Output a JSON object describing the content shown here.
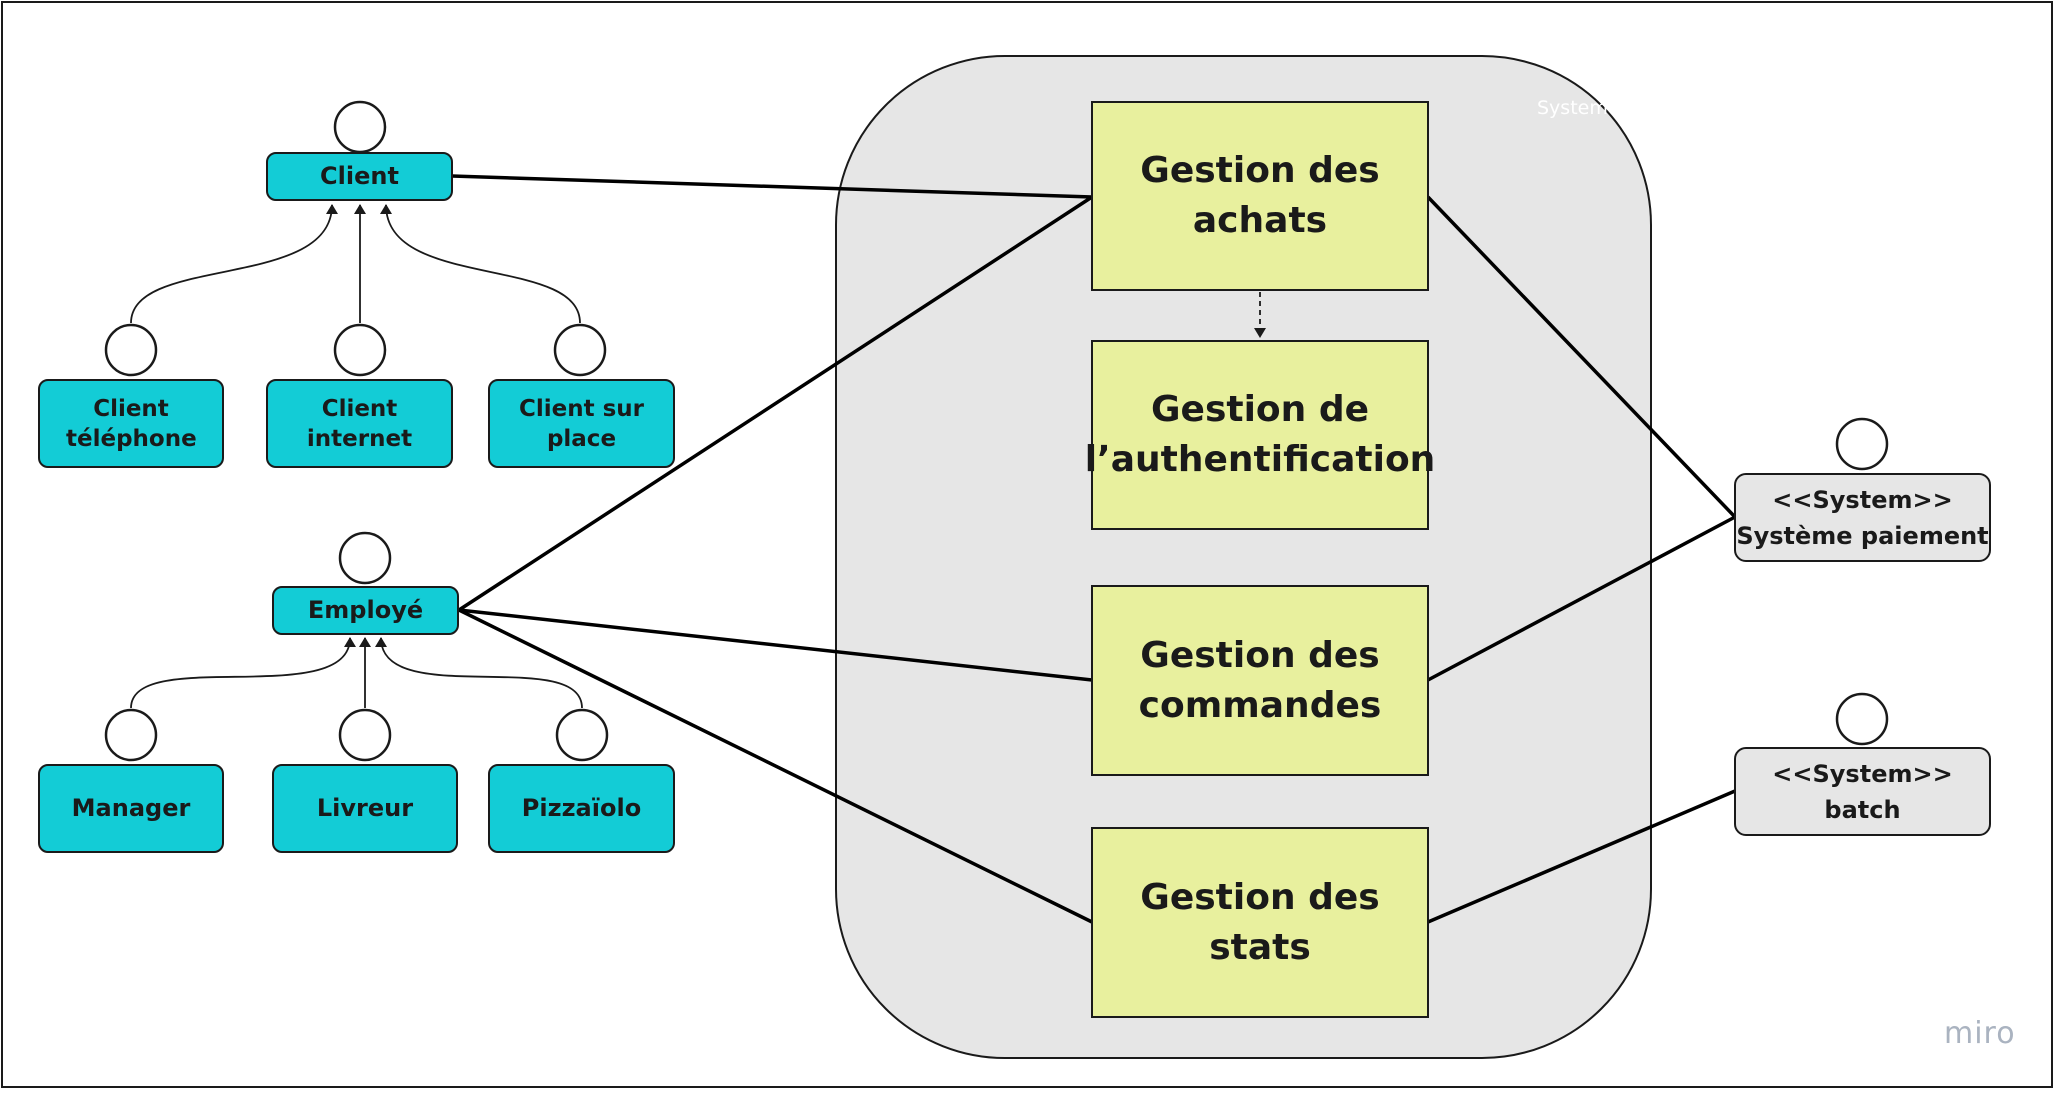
{
  "boundary": {
    "label": "System"
  },
  "use_cases": {
    "achats": "Gestion des achats",
    "authentification": "Gestion de l’authentification",
    "commandes": "Gestion des commandes",
    "stats": "Gestion des stats"
  },
  "actors": {
    "client": "Client",
    "client_telephone": "Client téléphone",
    "client_internet": "Client internet",
    "client_sur_place": "Client sur place",
    "employe": "Employé",
    "manager": "Manager",
    "livreur": "Livreur",
    "pizzaiolo": "Pizzaïolo"
  },
  "systems": {
    "paiement": {
      "stereotype": "<<System>>",
      "name": "Système paiement"
    },
    "batch": {
      "stereotype": "<<System>>",
      "name": "batch"
    }
  },
  "watermark": "miro",
  "colors": {
    "actor_fill": "#13ccd6",
    "usecase_fill": "#e8f09e",
    "boundary_fill": "#e6e6e6",
    "system_fill": "#e6e6e6",
    "stroke": "#1a1a1a"
  }
}
